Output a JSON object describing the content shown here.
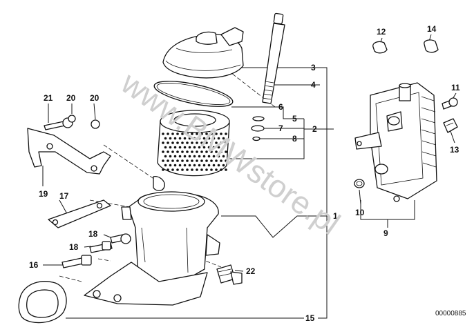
{
  "watermark": "www.BMWstore.pl",
  "diagram_code": "00000885",
  "callouts": {
    "c1": "1",
    "c2": "2",
    "c3": "3",
    "c4": "4",
    "c5": "5",
    "c6": "6",
    "c7": "7",
    "c8": "8",
    "c9": "9",
    "c10": "10",
    "c11": "11",
    "c12": "12",
    "c13": "13",
    "c14": "14",
    "c15": "15",
    "c16": "16",
    "c17": "17",
    "c18a": "18",
    "c18b": "18",
    "c19": "19",
    "c20a": "20",
    "c20b": "20",
    "c21": "21",
    "c22": "22"
  }
}
